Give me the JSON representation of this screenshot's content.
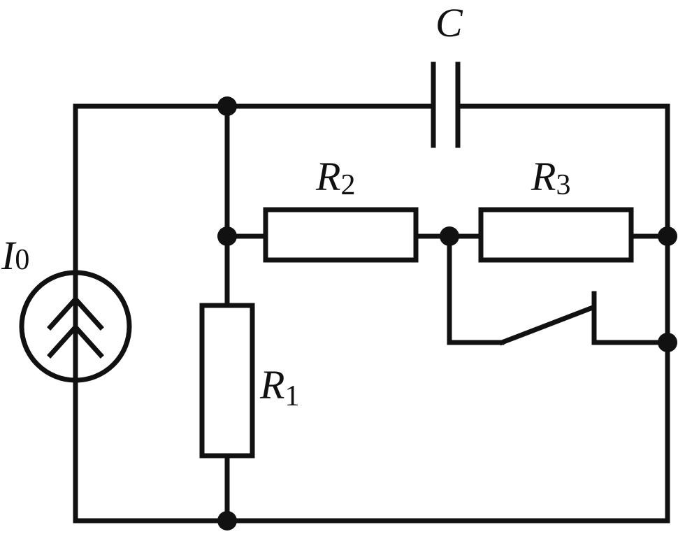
{
  "labels": {
    "capacitor": "C",
    "source": {
      "symbol": "I",
      "subscript": "0"
    },
    "r1": {
      "symbol": "R",
      "subscript": "1"
    },
    "r2": {
      "symbol": "R",
      "subscript": "2"
    },
    "r3": {
      "symbol": "R",
      "subscript": "3"
    }
  }
}
